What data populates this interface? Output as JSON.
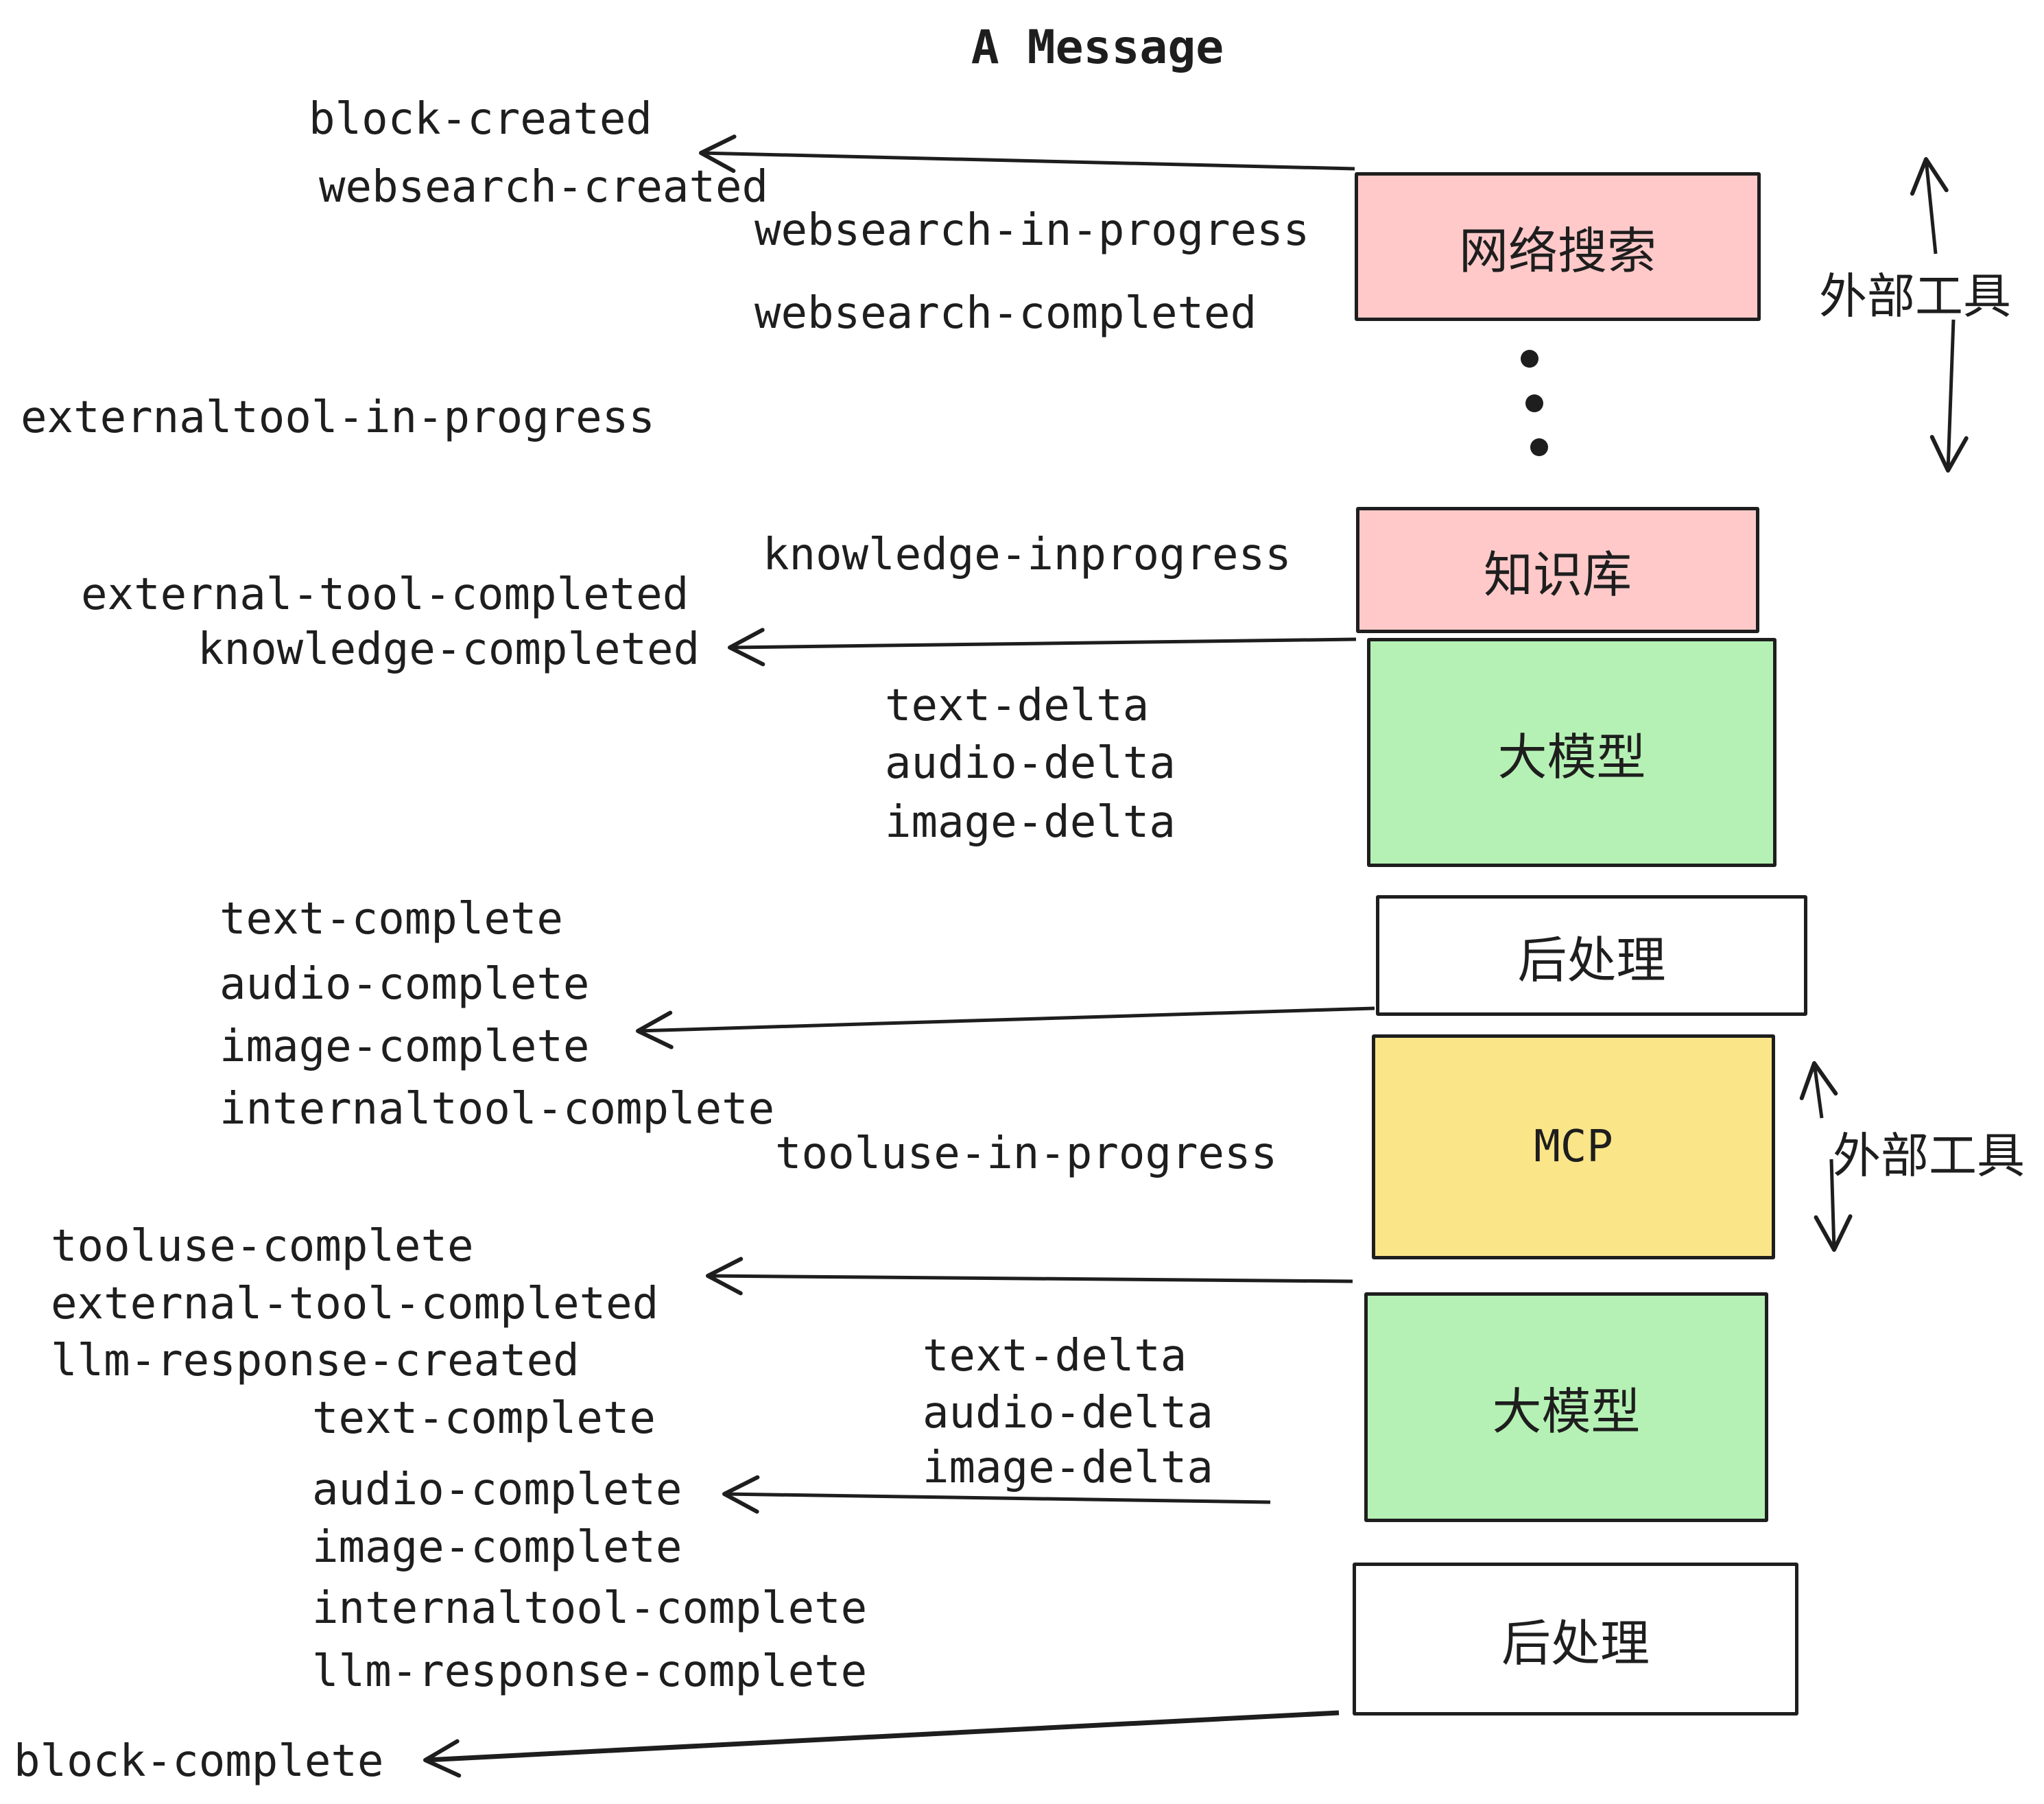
{
  "title": "A Message",
  "boxes": {
    "websearch": "网络搜索",
    "knowledge": "知识库",
    "llm_top": "大模型",
    "post_top": "后处理",
    "mcp": "MCP",
    "llm_bottom": "大模型",
    "post_bottom": "后处理"
  },
  "side_labels": {
    "external_tools_top": "外部工具",
    "external_tools_bottom": "外部工具"
  },
  "events": {
    "block_created": "block-created",
    "websearch_created": "websearch-created",
    "websearch_in_progress": "websearch-in-progress",
    "websearch_completed": "websearch-completed",
    "externaltool_in_progress": "externaltool-in-progress",
    "external_tool_completed": "external-tool-completed",
    "knowledge_inprogress": "knowledge-inprogress",
    "knowledge_completed": "knowledge-completed",
    "delta_top": [
      "text-delta",
      "audio-delta",
      "image-delta"
    ],
    "complete_top": [
      "text-complete",
      "audio-complete",
      "image-complete",
      "internaltool-complete"
    ],
    "tooluse_in_progress": "tooluse-in-progress",
    "tooluse_complete": "tooluse-complete",
    "external_tool_completed_2": "external-tool-completed",
    "llm_response_created": "llm-response-created",
    "delta_bottom": [
      "text-delta",
      "audio-delta",
      "image-delta"
    ],
    "complete_bottom": [
      "text-complete",
      "audio-complete",
      "image-complete",
      "internaltool-complete",
      "llm-response-complete"
    ],
    "block_complete": "block-complete"
  },
  "colors": {
    "box_pink": "#ffc9c9",
    "box_green": "#b5f1b4",
    "box_yellow": "#fae588",
    "outline": "#1e1e1e",
    "background": "#ffffff"
  }
}
